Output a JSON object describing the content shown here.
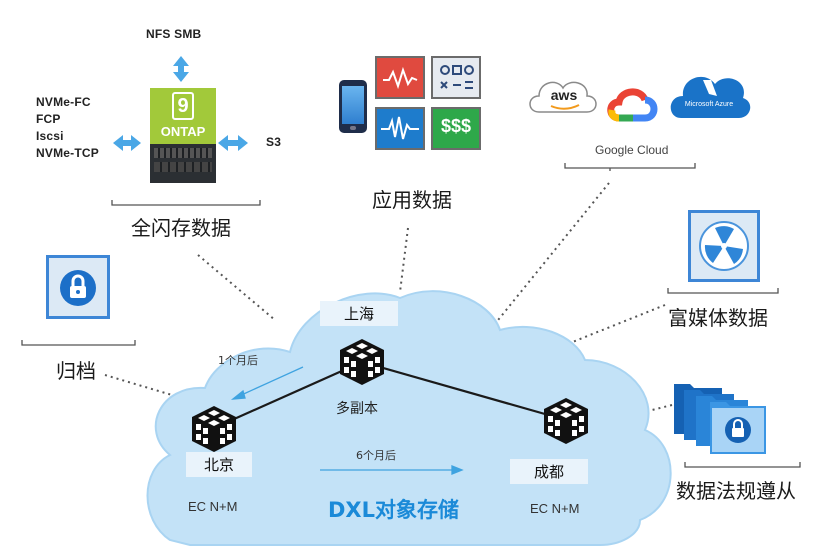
{
  "storage": {
    "protocols_top": "NFS SMB",
    "protocols_left": [
      "NVMe-FC",
      "FCP",
      "Iscsi",
      "NVMe-TCP"
    ],
    "protocol_right": "S3",
    "ontap_number": "9",
    "ontap_label": "ONTAP",
    "label": "全闪存数据"
  },
  "apps": {
    "tile_dollars": "$$$",
    "label": "应用数据"
  },
  "cloud": {
    "aws": "aws",
    "google": "Google Cloud",
    "azure": "Microsoft Azure"
  },
  "archive": {
    "label": "归档"
  },
  "media": {
    "label": "富媒体数据"
  },
  "compliance": {
    "label": "数据法规遵从"
  },
  "center": {
    "title_prefix": "DXL",
    "title_suffix": "对象存储",
    "shanghai": "上海",
    "beijing": "北京",
    "chengdu": "成都",
    "replicas": "多副本",
    "ec_beijing": "EC N+M",
    "ec_chengdu": "EC N+M",
    "after_1m": "1个月后",
    "after_6m": "6个月后"
  },
  "colors": {
    "cloud_fill": "#c3e2f7",
    "cloud_border": "#9fd0f0",
    "accent_blue": "#1b8ad8",
    "ontap_green": "#a2c93a",
    "dollar_green": "#2ea84a"
  }
}
